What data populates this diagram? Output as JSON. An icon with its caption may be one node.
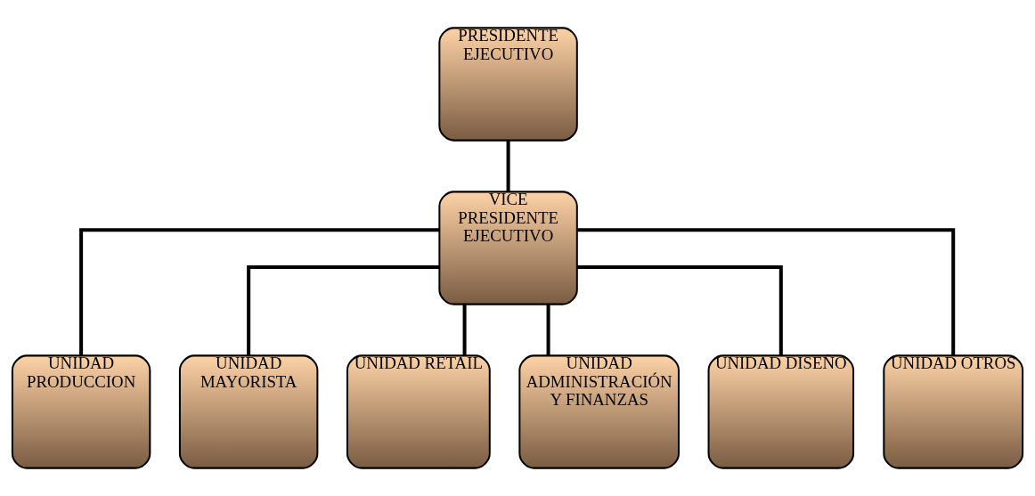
{
  "diagram": {
    "nodes": [
      {
        "text": [
          "PRESIDENTE EJECUTIVO"
        ]
      },
      {
        "text": [
          "VICE PRESIDENTE EJECUTIVO"
        ]
      },
      {
        "text": [
          "UNIDAD PRODUCCION"
        ]
      },
      {
        "text": [
          "UNIDAD MAYORISTA"
        ]
      },
      {
        "text": [
          "UNIDAD RETAIL"
        ]
      },
      {
        "text": [
          "UNIDAD ADMINISTRACIÓN Y FINANZAS"
        ]
      },
      {
        "text": [
          "UNIDAD DISEÑO"
        ]
      },
      {
        "text": [
          "UNIDAD OTROS"
        ]
      }
    ],
    "edges": [
      {
        "from": 0,
        "to": 1,
        "arrow": "none"
      },
      {
        "from": 1,
        "to": 2,
        "arrow": "none"
      },
      {
        "from": 1,
        "to": 3,
        "arrow": "none"
      },
      {
        "from": 1,
        "to": 4,
        "arrow": "none"
      },
      {
        "from": 1,
        "to": 5,
        "arrow": "none"
      },
      {
        "from": 1,
        "to": 6,
        "arrow": "none"
      },
      {
        "from": 1,
        "to": 7,
        "arrow": "none"
      }
    ]
  }
}
